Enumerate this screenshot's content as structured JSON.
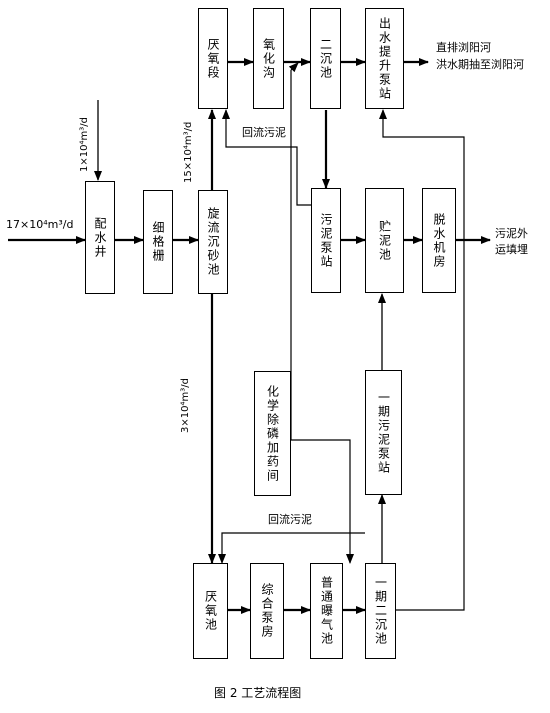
{
  "boxes": {
    "peishuijing": "配水井",
    "xigeshan": "细格栅",
    "xuanliu": "旋流沉砂池",
    "yanyang_duan": "厌氧段",
    "yanghuagou": "氧化沟",
    "erchenchi": "二沉池",
    "chushui": "出水提升泵站",
    "wunibengzhan": "污泥泵站",
    "zhunichi": "贮泥池",
    "tuoshui": "脱水机房",
    "huaxue": "化学除磷加药间",
    "yiqi_wuni": "一期污泥泵站",
    "yanyangchi": "厌氧池",
    "zonghe": "综合泵房",
    "putong": "普通曝气池",
    "yiqi_erchen": "一期二沉池"
  },
  "labels": {
    "inflow_main": "17×10⁴m³/d",
    "inflow_top": "1×10⁴m³/d",
    "flow_15": "15×10⁴m³/d",
    "flow_3": "3×10⁴m³/d",
    "return_upper": "回流污泥",
    "return_lower": "回流污泥",
    "discharge_1": "直排浏阳河",
    "discharge_2": "洪水期抽至浏阳河",
    "sludge_out_1": "污泥外",
    "sludge_out_2": "运填埋"
  },
  "caption": "图 2    工艺流程图"
}
